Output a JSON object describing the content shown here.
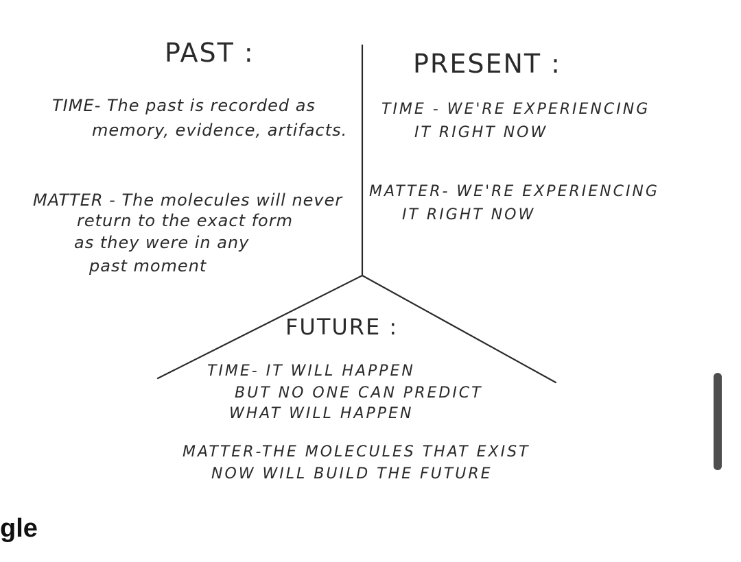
{
  "sketch": {
    "past": {
      "title": "PAST :",
      "time_lines": [
        "TIME- The past is recorded as",
        "memory, evidence, artifacts."
      ],
      "matter_lines": [
        "MATTER - The molecules will never",
        "return to the exact form",
        "as they were in any",
        "past moment"
      ]
    },
    "present": {
      "title": "PRESENT :",
      "time_lines": [
        "TIME - WE'RE EXPERIENCING",
        "IT RIGHT NOW"
      ],
      "matter_lines": [
        "MATTER- WE'RE EXPERIENCING",
        "IT RIGHT NOW"
      ]
    },
    "future": {
      "title": "FUTURE :",
      "time_lines": [
        "TIME- IT WILL HAPPEN",
        "BUT NO ONE CAN PREDICT",
        "WHAT WILL HAPPEN"
      ],
      "matter_lines": [
        "MATTER-THE MOLECULES THAT EXIST",
        "NOW WILL BUILD THE FUTURE"
      ]
    }
  },
  "page_heading_fragment": "gle"
}
